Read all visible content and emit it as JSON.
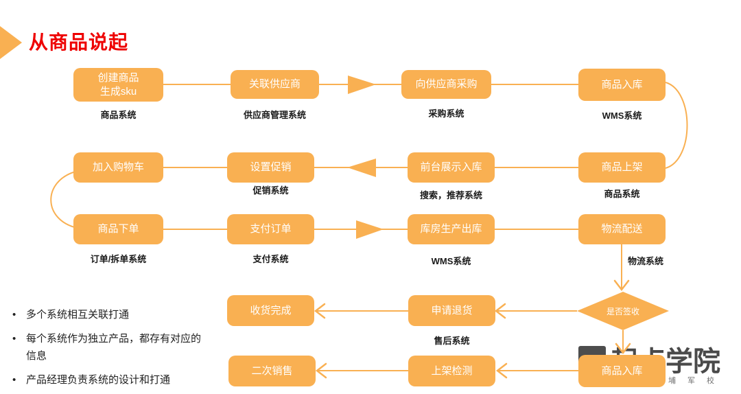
{
  "title": "从商品说起",
  "colors": {
    "accent_orange": "#F9B052",
    "title_red": "#EE0000",
    "label_black": "#1A1A1A",
    "logo_gray": "#4A4A4A"
  },
  "nodes": {
    "create": {
      "line1": "创建商品",
      "line2": "生成sku",
      "system": "商品系统"
    },
    "supplier": {
      "label": "关联供应商",
      "system": "供应商管理系统"
    },
    "purchase": {
      "label": "向供应商采购",
      "system": "采购系统"
    },
    "inbound1": {
      "label": "商品入库",
      "system": "WMS系统"
    },
    "onshelf": {
      "label": "商品上架",
      "system": "商品系统"
    },
    "frontend": {
      "label": "前台展示入库",
      "system": "搜索，推荐系统"
    },
    "promo": {
      "label": "设置促销",
      "system": "促销系统"
    },
    "cart": {
      "label": "加入购物车"
    },
    "order": {
      "label": "商品下单",
      "system": "订单/拆单系统"
    },
    "pay": {
      "label": "支付订单",
      "system": "支付系统"
    },
    "outbound": {
      "label": "库房生产出库",
      "system": "WMS系统"
    },
    "logistics": {
      "label": "物流配送",
      "system": "物流系统"
    },
    "sign_check": {
      "label": "是否签收"
    },
    "return": {
      "label": "申请退货",
      "system": "售后系统"
    },
    "received": {
      "label": "收货完成"
    },
    "inbound2": {
      "label": "商品入库"
    },
    "check": {
      "label": "上架检测"
    },
    "resale": {
      "label": "二次销售"
    }
  },
  "notes": [
    "多个系统相互关联打通",
    "每个系统作为独立产品，都存有对应的信息",
    "产品经理负责系统的设计和打通"
  ],
  "logo": {
    "name": "起点学院",
    "tagline": "埔军校"
  }
}
